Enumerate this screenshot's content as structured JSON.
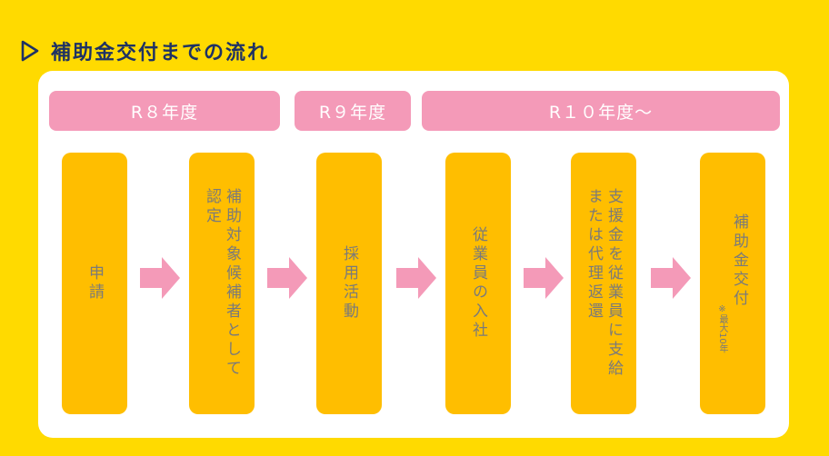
{
  "title": "補助金交付までの流れ",
  "years": [
    {
      "label": "R８年度"
    },
    {
      "label": "R９年度"
    },
    {
      "label": "R１０年度～"
    }
  ],
  "steps": [
    {
      "label": "申請"
    },
    {
      "label": "補助対象候補者として\n認定"
    },
    {
      "label": "採用活動"
    },
    {
      "label": "従業員の入社"
    },
    {
      "label": "支援金を従業員に支給\nまたは代理返還"
    },
    {
      "label": "補助金交付",
      "note": "※最大10年"
    }
  ],
  "colors": {
    "background": "#FFDA00",
    "panel": "#FFFFFF",
    "year_bar": "#F49AB8",
    "step_box": "#FFBE00",
    "arrow": "#F49AB8",
    "heading": "#1E3264"
  }
}
